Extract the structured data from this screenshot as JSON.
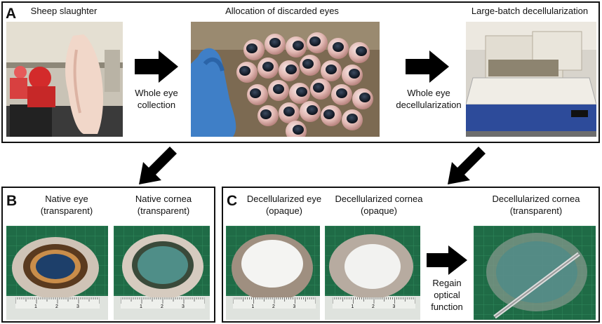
{
  "panel_a": {
    "label": "A",
    "slaughter_caption": "Sheep slaughter",
    "allocation_caption": "Allocation of discarded eyes",
    "batch_caption": "Large-batch decellularization",
    "collection_step": [
      "Whole eye",
      "collection"
    ],
    "decell_step": [
      "Whole eye",
      "decellularization"
    ]
  },
  "panel_b": {
    "label": "B",
    "native_eye": [
      "Native eye",
      "(transparent)"
    ],
    "native_cornea": [
      "Native cornea",
      "(transparent)"
    ]
  },
  "panel_c": {
    "label": "C",
    "decell_eye": [
      "Decellularized eye",
      "(opaque)"
    ],
    "decell_cornea": [
      "Decellularized cornea",
      "(opaque)"
    ],
    "regain_step": [
      "Regain",
      "optical",
      "function"
    ],
    "decell_cornea_clear": [
      "Decellularized cornea",
      "(transparent)"
    ]
  },
  "ruler_numbers": [
    "1",
    "2",
    "3"
  ]
}
